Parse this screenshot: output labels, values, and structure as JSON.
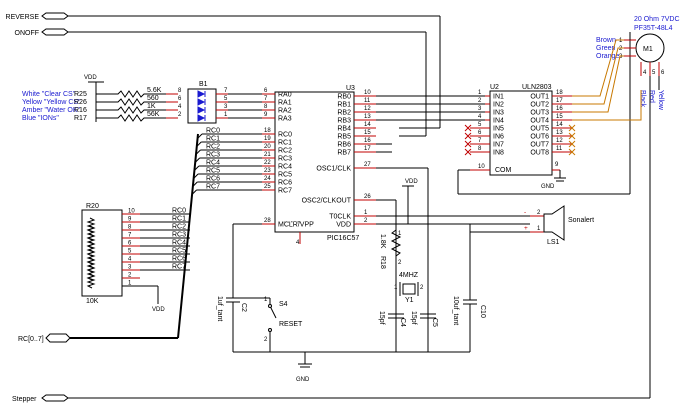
{
  "nets": {
    "reverse": "REVERSE",
    "onoff": "ONOFF",
    "stepper": "Stepper",
    "rc_bus": "RC[0..7]",
    "vdd": "VDD",
    "gnd": "GND"
  },
  "resistor_bank": {
    "refs": [
      "R25",
      "R26",
      "R16",
      "R17"
    ],
    "values": [
      "5.6K",
      "560",
      "1K",
      "56K"
    ],
    "labels": [
      "White \"Clear CS\"",
      "Yellow \"Yellow CS\"",
      "Amber \"Water OK\"",
      "Blue \"IONs\""
    ],
    "pin_left": [
      "8",
      "6",
      "4",
      "2"
    ],
    "pin_right": [
      "7",
      "5",
      "3",
      "1"
    ]
  },
  "b1": {
    "ref": "B1"
  },
  "u3": {
    "ref": "U3",
    "part": "PIC16C57",
    "left_pins": [
      {
        "name": "RA0",
        "num": "6"
      },
      {
        "name": "RA1",
        "num": "7"
      },
      {
        "name": "RA2",
        "num": "8"
      },
      {
        "name": "RA3",
        "num": "9"
      },
      {
        "name": "RC0",
        "num": "18"
      },
      {
        "name": "RC1",
        "num": "19"
      },
      {
        "name": "RC2",
        "num": "20"
      },
      {
        "name": "RC3",
        "num": "21"
      },
      {
        "name": "RC4",
        "num": "22"
      },
      {
        "name": "RC5",
        "num": "23"
      },
      {
        "name": "RC6",
        "num": "24"
      },
      {
        "name": "RC7",
        "num": "25"
      },
      {
        "name": "MCLR/VPP",
        "num": "28"
      }
    ],
    "right_pins": [
      {
        "name": "RB0",
        "num": "10"
      },
      {
        "name": "RB1",
        "num": "11"
      },
      {
        "name": "RB2",
        "num": "12"
      },
      {
        "name": "RB3",
        "num": "13"
      },
      {
        "name": "RB4",
        "num": "14"
      },
      {
        "name": "RB5",
        "num": "15"
      },
      {
        "name": "RB6",
        "num": "16"
      },
      {
        "name": "RB7",
        "num": "17"
      },
      {
        "name": "OSC1/CLK",
        "num": "27"
      },
      {
        "name": "OSC2/CLKOUT",
        "num": "26"
      },
      {
        "name": "T0CLK",
        "num": "1"
      },
      {
        "name": "VDD",
        "num": "2"
      }
    ],
    "bottom_pin": "4"
  },
  "rc_in_labels": [
    "RC0",
    "RC1",
    "RC2",
    "RC3",
    "RC4",
    "RC5",
    "RC6",
    "RC7"
  ],
  "u2": {
    "ref": "U2",
    "part": "ULN2803",
    "in_pins": [
      {
        "name": "IN1",
        "num": "1"
      },
      {
        "name": "IN2",
        "num": "2"
      },
      {
        "name": "IN3",
        "num": "3"
      },
      {
        "name": "IN4",
        "num": "4"
      },
      {
        "name": "IN5",
        "num": "5"
      },
      {
        "name": "IN6",
        "num": "6"
      },
      {
        "name": "IN7",
        "num": "7"
      },
      {
        "name": "IN8",
        "num": "8"
      }
    ],
    "out_pins": [
      {
        "name": "OUT1",
        "num": "18"
      },
      {
        "name": "OUT2",
        "num": "17"
      },
      {
        "name": "OUT3",
        "num": "16"
      },
      {
        "name": "OUT4",
        "num": "15"
      },
      {
        "name": "OUT5",
        "num": "14"
      },
      {
        "name": "OUT6",
        "num": "13"
      },
      {
        "name": "OUT7",
        "num": "12"
      },
      {
        "name": "OUT8",
        "num": "11"
      }
    ],
    "com": {
      "name": "COM",
      "num": "10"
    },
    "gnd_num": "9"
  },
  "motor": {
    "ref": "M1",
    "spec1": "20 Ohm  7VDC",
    "spec2": "PF35T-48L4",
    "wires_top": [
      {
        "name": "Brown",
        "num": "1"
      },
      {
        "name": "Green",
        "num": "2"
      },
      {
        "name": "Orange",
        "num": "3"
      }
    ],
    "wires_side": [
      {
        "name": "Black",
        "num": "4"
      },
      {
        "name": "Red",
        "num": "5"
      },
      {
        "name": "Yellow",
        "num": "6"
      }
    ]
  },
  "r20": {
    "ref": "R20",
    "value": "10K",
    "pins": [
      "10",
      "9",
      "8",
      "7",
      "6",
      "5",
      "4",
      "3",
      "2",
      "1"
    ],
    "nets": [
      "RC0",
      "RC1",
      "RC2",
      "RC3",
      "RC4",
      "RC5",
      "RC6",
      "RC7"
    ]
  },
  "sonalert": {
    "ref": "LS1",
    "name": "Sonalert",
    "pin_top": "2",
    "pin_bot": "1",
    "plus": "+",
    "minus": "-"
  },
  "r18": {
    "ref": "R18",
    "value": "1.8K",
    "pin_top": "1",
    "pin_bot": "2"
  },
  "y1": {
    "ref": "Y1",
    "value": "4MHZ",
    "pin1": "1",
    "pin2": "2"
  },
  "c4": {
    "ref": "C4",
    "value": "15pf"
  },
  "c5": {
    "ref": "C5",
    "value": "15pf"
  },
  "c2": {
    "ref": "C2",
    "value": "1uf_tant"
  },
  "c10": {
    "ref": "C10",
    "value": "10uf_tant"
  },
  "s4": {
    "ref": "S4",
    "name": "RESET",
    "pin_top": "1",
    "pin_bot": "2"
  },
  "colors": {
    "wire": "#000000",
    "pin": "#c00000",
    "label": "#1a1ad0",
    "orange": "#c87800"
  }
}
